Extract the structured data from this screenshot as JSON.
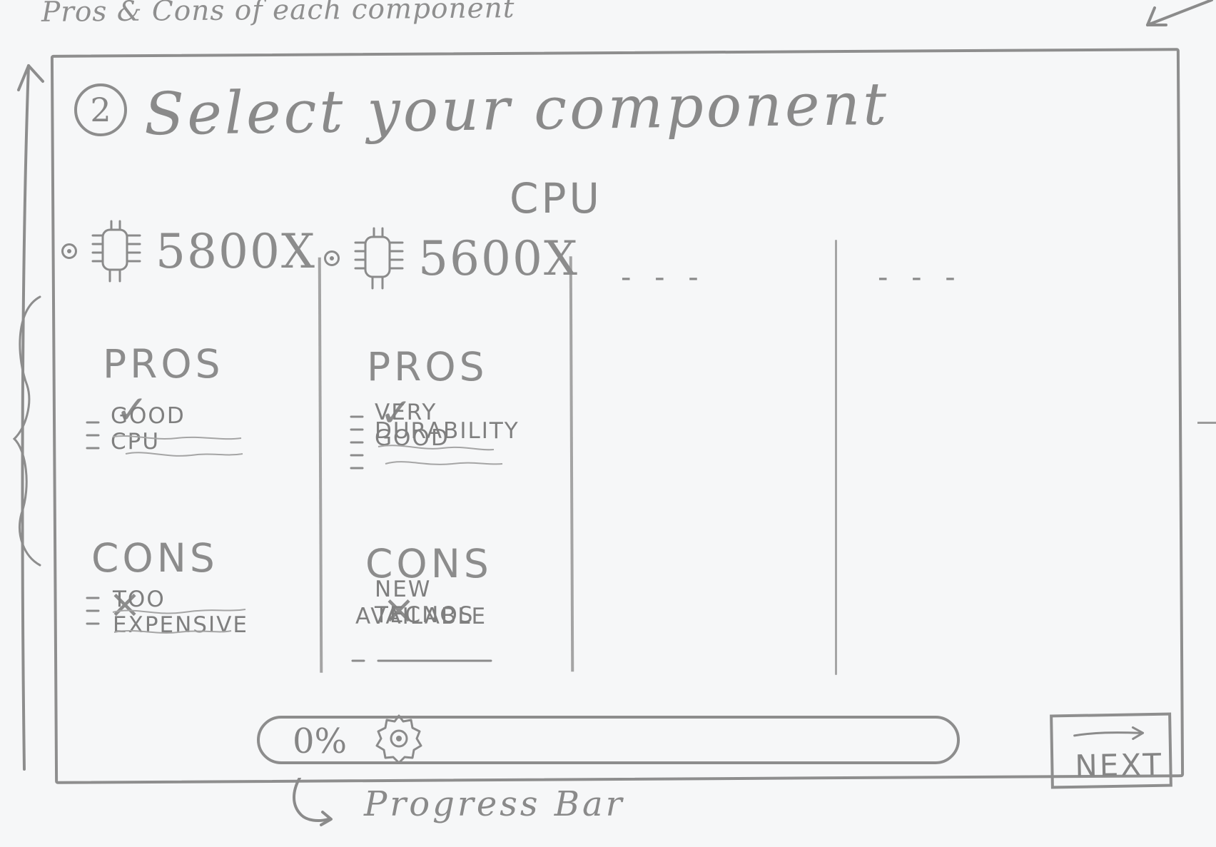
{
  "annotations": {
    "top": "Pros & Cons of each component",
    "progress_label": "Progress Bar"
  },
  "header": {
    "step_number": "2",
    "title": "Select your component"
  },
  "section": {
    "category": "CPU"
  },
  "options": [
    {
      "name": "5800X",
      "pros_title": "PROS",
      "pros_text": "GOOD CPU",
      "cons_title": "CONS",
      "cons_text": "TOO EXPENSIVE"
    },
    {
      "name": "5600X",
      "pros_title": "PROS",
      "pros_text_line1": "VERY GOOD",
      "pros_text_line2": "DURABILITY",
      "cons_title": "CONS",
      "cons_text_line1": "NEW TECNOS",
      "cons_text_line2": "AVAILABLE"
    }
  ],
  "placeholders": [
    "- - -",
    "- - -"
  ],
  "progress": {
    "label": "0%",
    "value": 0
  },
  "buttons": {
    "next": "NEXT"
  },
  "icons": {
    "step": "step-circle-icon",
    "cpu": "cpu-chip-icon",
    "check": "check-icon",
    "cross": "cross-icon",
    "gear": "gear-icon",
    "arrow": "arrow-right-icon"
  },
  "colors": {
    "sketch_line": "#8a8a8a",
    "background": "#f6f7f8"
  }
}
